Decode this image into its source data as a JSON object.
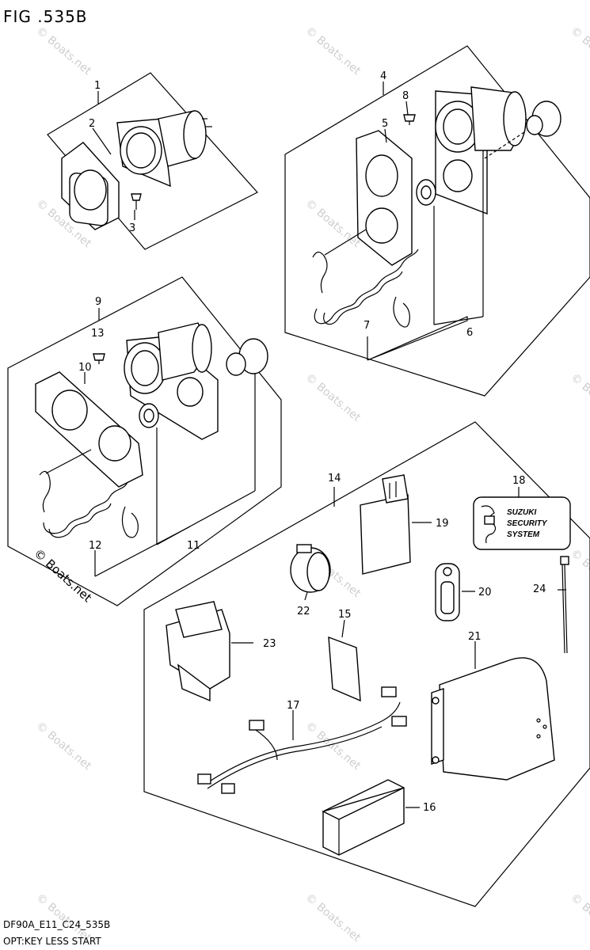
{
  "header": {
    "figure_title": "FIG .535B"
  },
  "footer": {
    "code": "DF90A_E11_C24_535B",
    "caption": "OPT:KEY LESS START"
  },
  "watermark": {
    "text": "© Boats.net"
  },
  "security_label": {
    "line1": "SUZUKI",
    "line2": "SECURITY",
    "line3": "SYSTEM"
  },
  "labels": [
    "1",
    "2",
    "3",
    "4",
    "5",
    "6",
    "7",
    "8",
    "9",
    "10",
    "11",
    "12",
    "13",
    "14",
    "15",
    "16",
    "17",
    "18",
    "19",
    "20",
    "21",
    "22",
    "23",
    "24"
  ]
}
